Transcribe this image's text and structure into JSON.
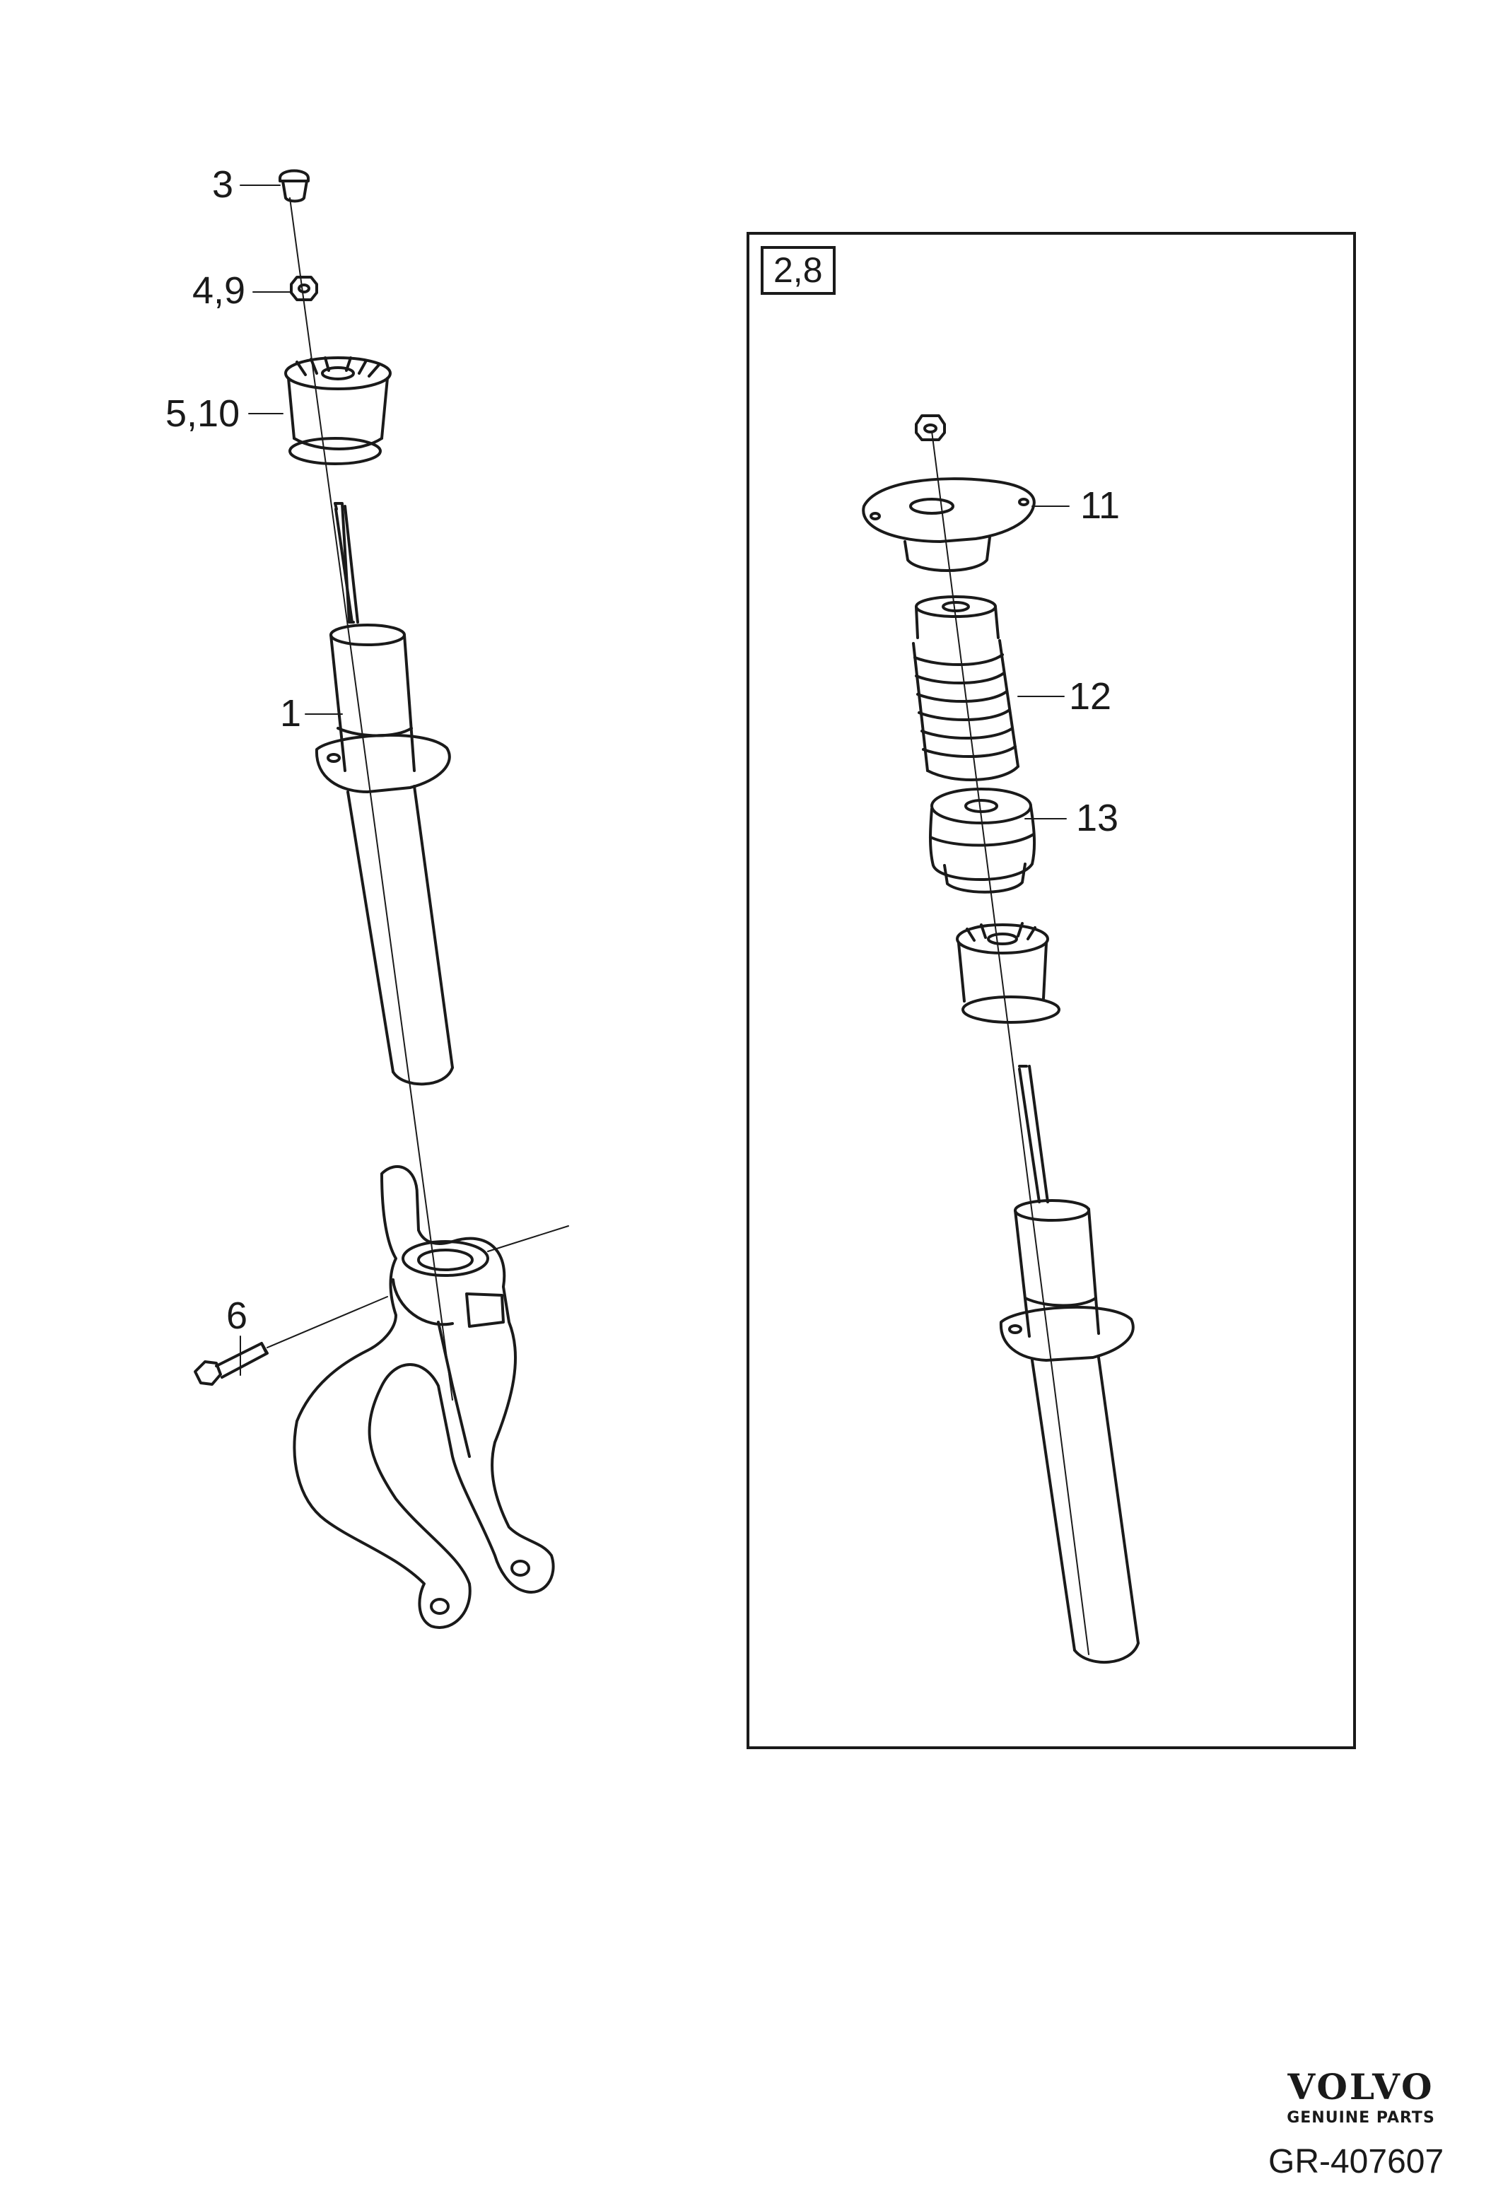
{
  "callouts": {
    "c3": "3",
    "c49": "4,9",
    "c510": "5,10",
    "c1": "1",
    "c6": "6",
    "c11": "11",
    "c12": "12",
    "c13": "13"
  },
  "group_box": {
    "label": "2,8"
  },
  "brand": {
    "name": "VOLVO",
    "tagline": "GENUINE PARTS"
  },
  "reference": "GR-407607"
}
